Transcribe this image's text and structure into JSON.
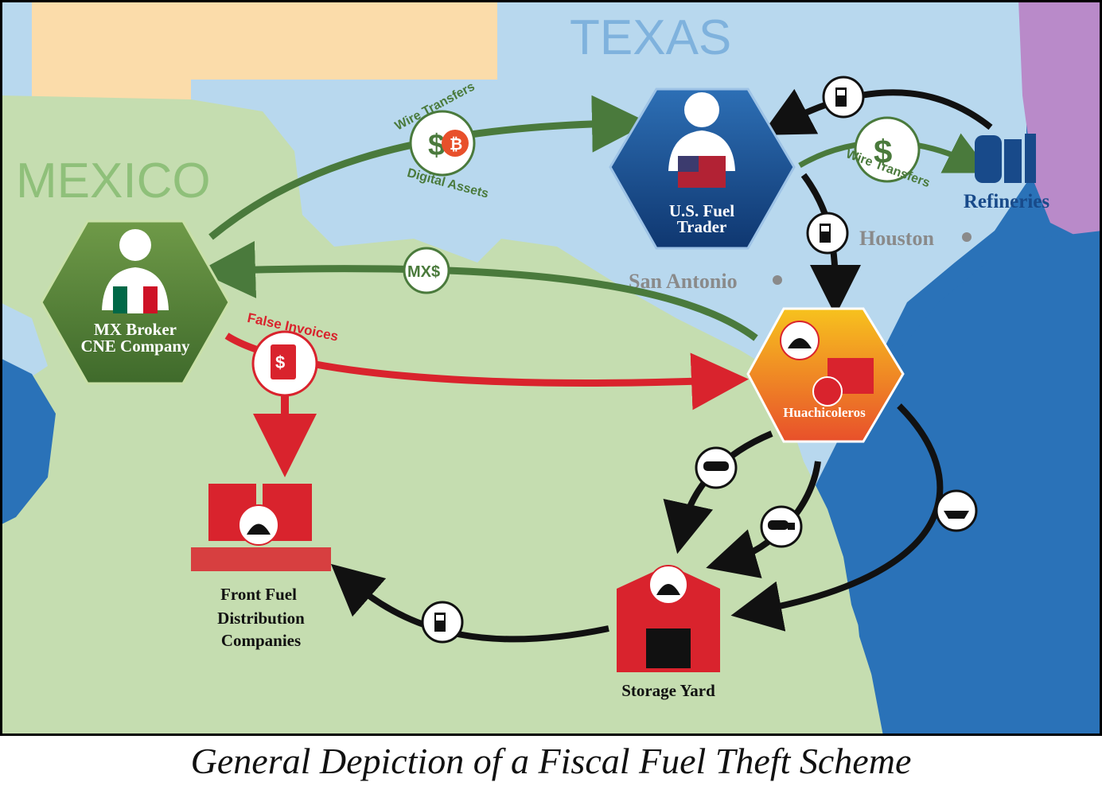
{
  "map": {
    "region_left": "MEXICO",
    "region_top": "TEXAS",
    "cities": {
      "san_antonio": "San Antonio",
      "houston": "Houston"
    },
    "colors": {
      "land_mexico": "#c5ddb0",
      "land_texas": "#b8d8ee",
      "land_other": "#fbdcaa",
      "land_la": "#b98ac9",
      "sea": "#2a72b8",
      "green_flow": "#4a7a3c",
      "red_flow": "#d9232d",
      "black_flow": "#111111",
      "navy": "#184a8a"
    }
  },
  "nodes": {
    "us_trader": {
      "line1": "U.S. Fuel",
      "line2": "Trader"
    },
    "mx_broker": {
      "line1": "MX Broker",
      "line2": "CNE Company"
    },
    "huachicoleros": {
      "label": "Huachicoleros"
    },
    "refineries": {
      "label": "Refineries"
    },
    "front_fuel": {
      "line1": "Front Fuel",
      "line2": "Distribution",
      "line3": "Companies"
    },
    "storage": {
      "label": "Storage Yard"
    }
  },
  "flows": {
    "wire_transfers_top": "Wire Transfers",
    "digital_assets": "Digital Assets",
    "wire_transfers_right": "Wire Transfers",
    "mxd_badge": "MX$",
    "false_invoices": "False Invoices",
    "dollar_symbol": "$"
  },
  "caption": "General Depiction of a Fiscal Fuel Theft Scheme"
}
